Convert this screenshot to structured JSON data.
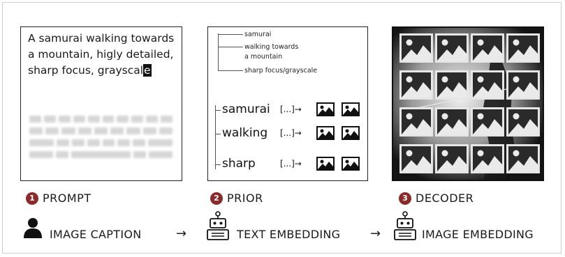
{
  "prompt_panel": {
    "text_main": "A samurai walking towards a mountain, higly detailed, sharp focus, grayscal",
    "text_cursor_char": "e"
  },
  "prior_panel": {
    "tree_labels": [
      "samurai",
      "walking towards",
      "a mountain",
      "sharp focus/grayscale"
    ],
    "rows": [
      {
        "word": "samurai",
        "ellipsis": "[...]→"
      },
      {
        "word": "walking",
        "ellipsis": "[...]→"
      },
      {
        "word": "sharp",
        "ellipsis": "[...]→"
      }
    ]
  },
  "steps": [
    {
      "number": "1",
      "label": "PROMPT"
    },
    {
      "number": "2",
      "label": "PRIOR"
    },
    {
      "number": "3",
      "label": "DECODER"
    }
  ],
  "flow": {
    "item1": "IMAGE CAPTION",
    "item2": "TEXT EMBEDDING",
    "item3": "IMAGE EMBEDDING",
    "arrow": "→"
  },
  "icons": {
    "person": "person-icon",
    "robot": "robot-icon",
    "image_thumb": "image-icon"
  },
  "colors": {
    "step_badge": "#8b2a2a",
    "decoder_bg": "#111111",
    "tile_border": "#e6e6e6"
  }
}
